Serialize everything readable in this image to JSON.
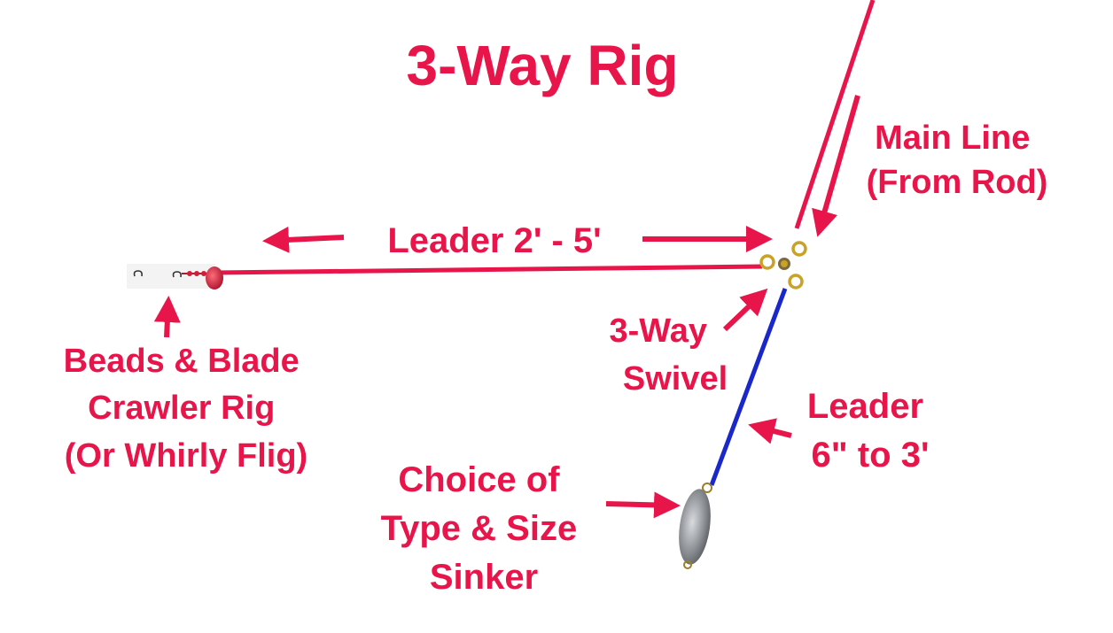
{
  "title": "3-Way Rig",
  "labels": {
    "main_line": [
      "Main Line",
      "(From Rod)"
    ],
    "leader_top": "Leader 2' - 5'",
    "swivel": [
      "3-Way",
      "Swivel"
    ],
    "leader_bottom": [
      "Leader",
      "6\" to 3'"
    ],
    "crawler_rig": [
      "Beads & Blade",
      "Crawler Rig",
      "(Or Whirly Flig)"
    ],
    "sinker": [
      "Choice of",
      "Type & Size",
      "Sinker"
    ]
  },
  "colors": {
    "accent": "#e8154a",
    "blue_leader": "#1a27c9",
    "brass": "#c9a227",
    "sinker": "#8a8d92",
    "blade": "#c4102f"
  },
  "icons": [
    "arrow-icon",
    "swivel-icon",
    "sinker-icon",
    "blade-icon",
    "hook-icon"
  ]
}
